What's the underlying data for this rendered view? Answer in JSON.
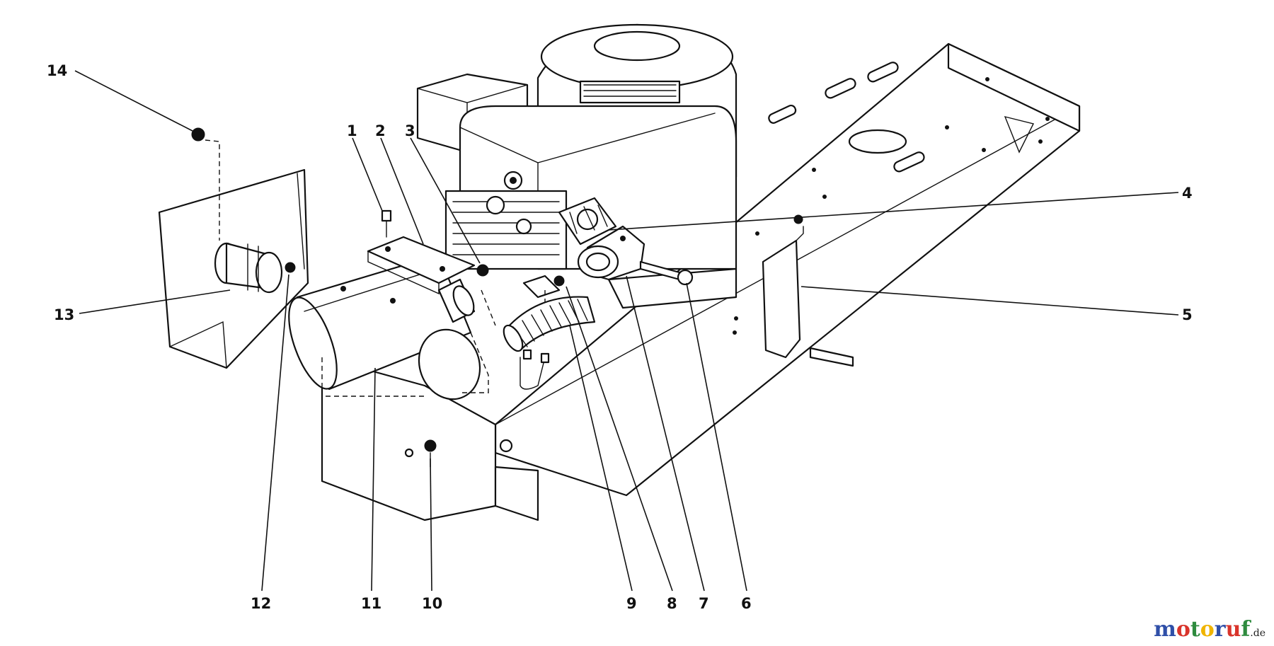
{
  "diagram": {
    "callouts": [
      {
        "id": "1",
        "label": "1"
      },
      {
        "id": "2",
        "label": "2"
      },
      {
        "id": "3",
        "label": "3"
      },
      {
        "id": "4",
        "label": "4"
      },
      {
        "id": "5",
        "label": "5"
      },
      {
        "id": "6",
        "label": "6"
      },
      {
        "id": "7",
        "label": "7"
      },
      {
        "id": "8",
        "label": "8"
      },
      {
        "id": "9",
        "label": "9"
      },
      {
        "id": "10",
        "label": "10"
      },
      {
        "id": "11",
        "label": "11"
      },
      {
        "id": "12",
        "label": "12"
      },
      {
        "id": "13",
        "label": "13"
      },
      {
        "id": "14",
        "label": "14"
      }
    ]
  },
  "watermark": {
    "letters": [
      "m",
      "o",
      "t",
      "o",
      "r",
      "u",
      "f"
    ],
    "letter_colors": [
      "#2f4fa8",
      "#d9342b",
      "#2e8b3e",
      "#f0b400",
      "#2f4fa8",
      "#d9342b",
      "#2e8b3e"
    ],
    "tld": ".de"
  }
}
